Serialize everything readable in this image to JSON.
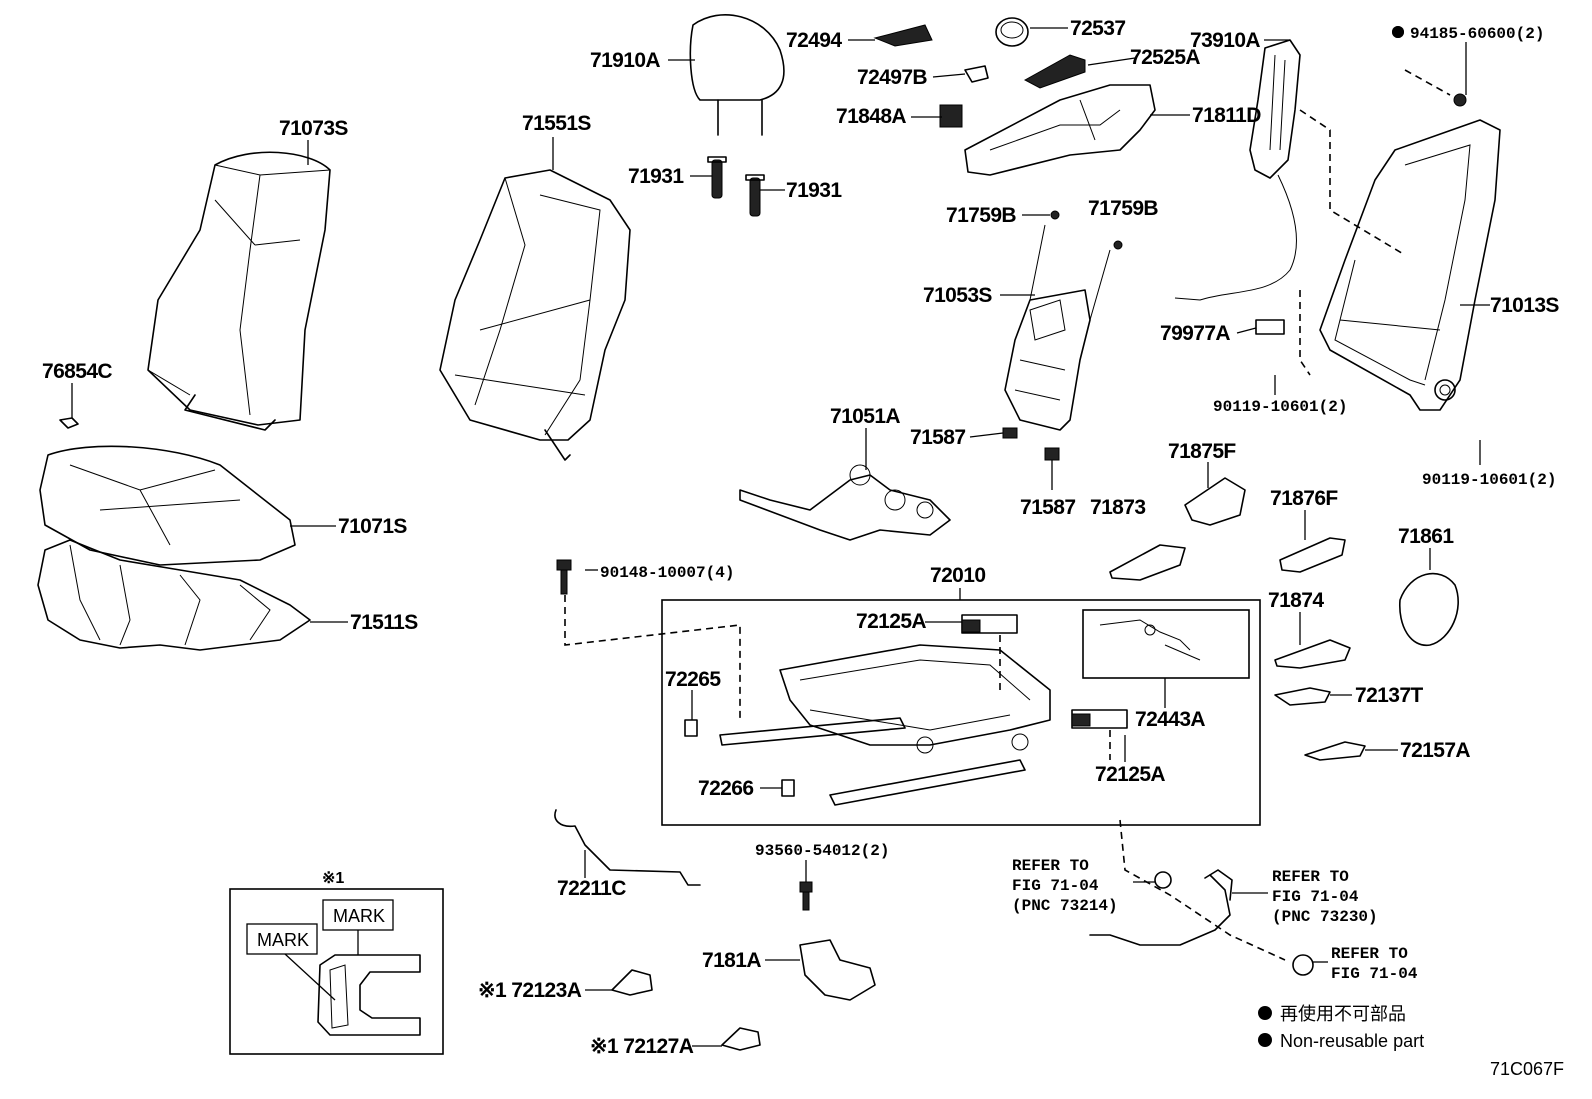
{
  "labels": {
    "71073S": "71073S",
    "71551S": "71551S",
    "71910A": "71910A",
    "72494": "72494",
    "72537": "72537",
    "73910A": "73910A",
    "94185": "94185-60600(2)",
    "72497B": "72497B",
    "72525A": "72525A",
    "71848A": "71848A",
    "71811D": "71811D",
    "71931a": "71931",
    "71931b": "71931",
    "71759Ba": "71759B",
    "71759Bb": "71759B",
    "71053S": "71053S",
    "71013S": "71013S",
    "79977A": "79977A",
    "90119a": "90119-10601(2)",
    "90119b": "90119-10601(2)",
    "76854C": "76854C",
    "71051A": "71051A",
    "71587a": "71587",
    "71587b": "71587",
    "71875F": "71875F",
    "71071S": "71071S",
    "71873": "71873",
    "71876F": "71876F",
    "71861": "71861",
    "71511S": "71511S",
    "90148": "90148-10007(4)",
    "72010": "72010",
    "72125Aa": "72125A",
    "72125Ab": "72125A",
    "71874": "71874",
    "72265": "72265",
    "72443A": "72443A",
    "72137T": "72137T",
    "72266": "72266",
    "72157A": "72157A",
    "93560": "93560-54012(2)",
    "72211C": "72211C",
    "7181A": "7181A",
    "72123A": "※1 72123A",
    "72127A": "※1 72127A",
    "refer1": [
      "REFER TO",
      "FIG 71-04",
      "(PNC 73214)"
    ],
    "refer2": [
      "REFER TO",
      "FIG 71-04",
      "(PNC 73230)"
    ],
    "refer3": [
      "REFER TO",
      "FIG 71-04"
    ]
  },
  "inset": {
    "title": "※1",
    "mark1": "MARK",
    "mark2": "MARK"
  },
  "legend": {
    "line1": "再使用不可部品",
    "line2": "Non-reusable part"
  },
  "figure_code": "71C067F"
}
